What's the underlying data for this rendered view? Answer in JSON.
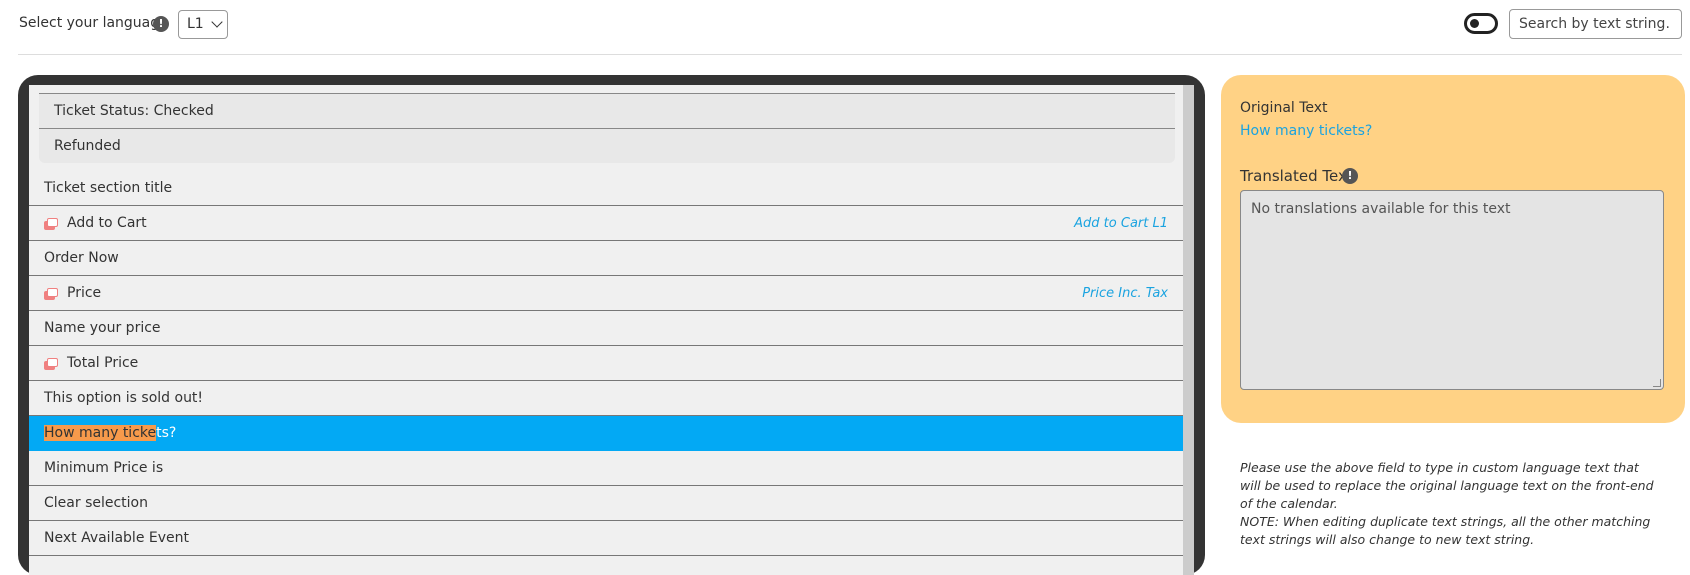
{
  "header": {
    "language_label": "Select your language",
    "language_value": "L1",
    "search_placeholder": "Search by text string."
  },
  "group": {
    "subrows": [
      "Ticket Status: Checked",
      "Refunded"
    ]
  },
  "rows": [
    {
      "label": "Ticket section title",
      "duplicate": false,
      "translation": ""
    },
    {
      "label": "Add to Cart",
      "duplicate": true,
      "translation": "Add to Cart L1"
    },
    {
      "label": "Order Now",
      "duplicate": false,
      "translation": ""
    },
    {
      "label": "Price",
      "duplicate": true,
      "translation": "Price Inc. Tax"
    },
    {
      "label": "Name your price",
      "duplicate": false,
      "translation": ""
    },
    {
      "label": "Total Price",
      "duplicate": true,
      "translation": ""
    },
    {
      "label": "This option is sold out!",
      "duplicate": false,
      "translation": ""
    },
    {
      "label_highlight": "How many ticke",
      "label_rest": "ts?",
      "selected": true
    },
    {
      "label": "Minimum Price is",
      "duplicate": false,
      "translation": ""
    },
    {
      "label": "Clear selection",
      "duplicate": false,
      "translation": ""
    },
    {
      "label": "Next Available Event",
      "duplicate": false,
      "translation": ""
    }
  ],
  "panel": {
    "original_label": "Original Text",
    "original_text": "How many tickets?",
    "translated_label": "Translated Text",
    "translated_placeholder": "No translations available for this text"
  },
  "note": {
    "line1": "Please use the above field to type in custom language text that will be used to replace the original language text on the front-end of the calendar.",
    "line2": "NOTE: When editing duplicate text strings, all the other matching text strings will also change to new text string."
  },
  "colors": {
    "selected_row": "#03a9f4",
    "highlight": "#f79a4b",
    "panel_bg": "#ffd285",
    "link": "#1aa3e0",
    "duplicate_icon": "#f08080"
  },
  "icons": {
    "info": "info-icon",
    "duplicate": "duplicate-icon",
    "toggle": "toggle-icon"
  }
}
